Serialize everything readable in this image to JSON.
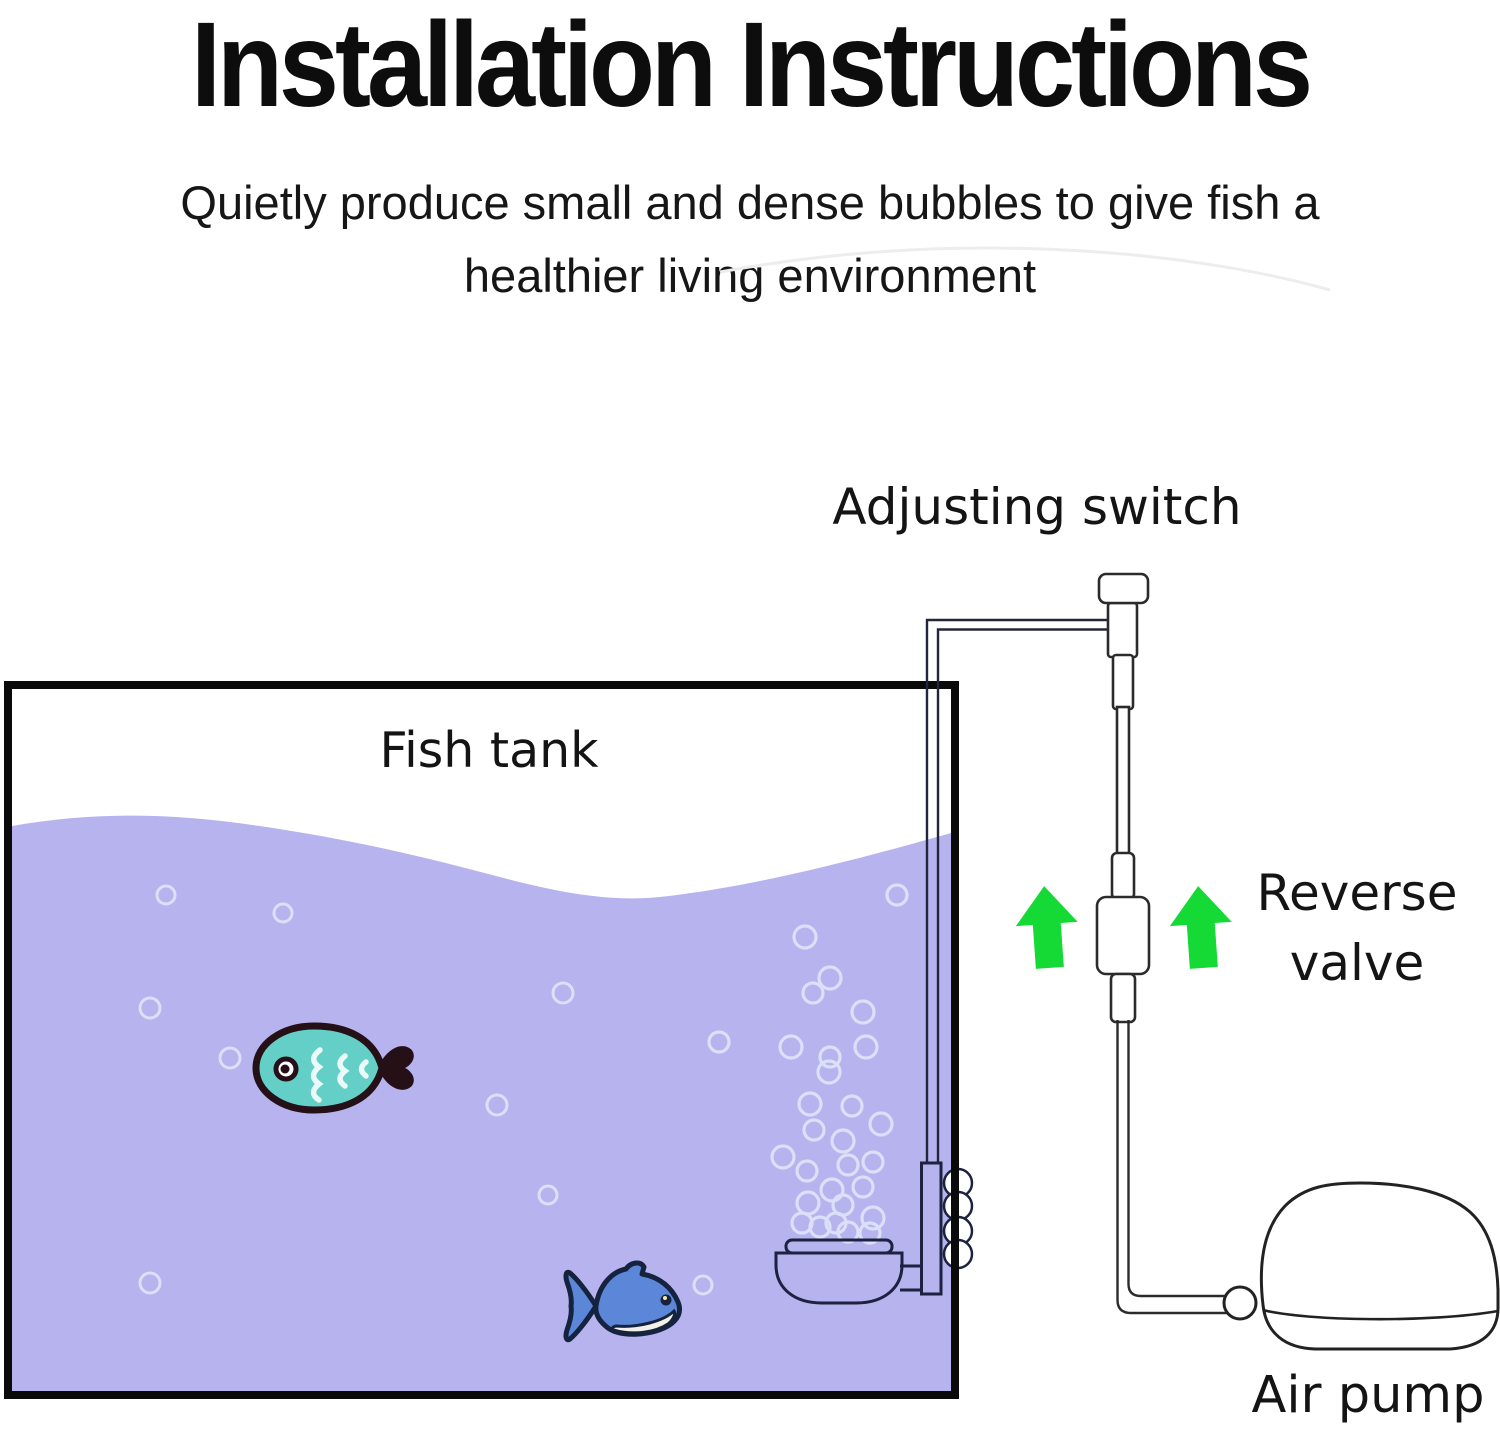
{
  "page": {
    "title": "Installation Instructions",
    "subtitle_line1": "Quietly produce small and dense bubbles to give fish a",
    "subtitle_line2": "healthier living environment"
  },
  "diagram": {
    "labels": {
      "adjusting_switch": "Adjusting switch",
      "fish_tank": "Fish tank",
      "reverse_valve_line1": "Reverse",
      "reverse_valve_line2": "valve",
      "air_pump": "Air pump"
    },
    "components": [
      "adjusting-switch",
      "reverse-valve",
      "air-pump",
      "air-stone",
      "fish-tank",
      "air-tube",
      "suction-cups"
    ]
  },
  "colors": {
    "water": "#b6b3ee",
    "bubble_stroke": "#dcdff8",
    "teal_fish_body": "#63cfc6",
    "teal_fish_outline": "#241016",
    "blue_fish_body": "#5c87d8",
    "blue_fish_outline": "#16233f",
    "blue_fish_belly": "#f2f1e9",
    "arrow_green": "#15da35",
    "tank_outline": "#0a0a0a",
    "stone_outline": "#1c2240",
    "device_outline": "#2b2b2b"
  }
}
